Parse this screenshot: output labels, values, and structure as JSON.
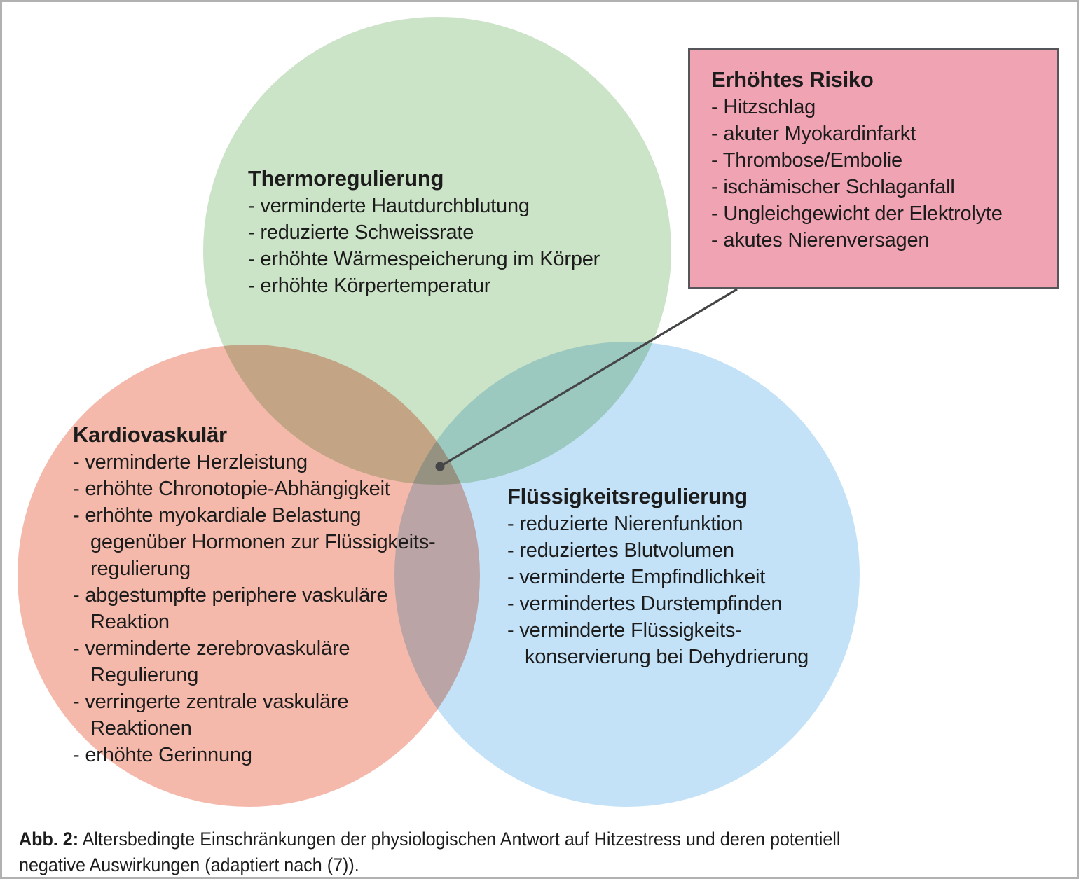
{
  "colors": {
    "thermo_green": "#cbe3c6",
    "kardio_red": "#f5b9ac",
    "fluess_blue": "#c3e2f7",
    "risk_box_fill": "#f0a3b3",
    "risk_box_border": "#55555a",
    "connector": "#454547",
    "frame": "#b1b1b1",
    "text": "#1c1c1c"
  },
  "venn": {
    "thermo": {
      "title": "Thermoregulierung",
      "items": [
        [
          "- verminderte Hautdurchblutung"
        ],
        [
          "- reduzierte Schweissrate"
        ],
        [
          "- erhöhte Wärmespeicherung im Körper"
        ],
        [
          "- erhöhte Körpertemperatur"
        ]
      ]
    },
    "kardio": {
      "title": "Kardiovaskulär",
      "items": [
        [
          "- verminderte Herzleistung"
        ],
        [
          "- erhöhte Chronotopie-Abhängigkeit"
        ],
        [
          "- erhöhte myokardiale Belastung",
          "gegenüber Hormonen zur Flüssigkeits-",
          "regulierung"
        ],
        [
          "- abgestumpfte periphere vaskuläre",
          "Reaktion"
        ],
        [
          "- verminderte zerebrovaskuläre",
          "Regulierung"
        ],
        [
          "- verringerte zentrale vaskuläre",
          "Reaktionen"
        ],
        [
          "- erhöhte Gerinnung"
        ]
      ]
    },
    "fluess": {
      "title": "Flüssigkeitsregulierung",
      "items": [
        [
          "- reduzierte Nierenfunktion"
        ],
        [
          "- reduziertes Blutvolumen"
        ],
        [
          "- verminderte Empfindlichkeit"
        ],
        [
          "- vermindertes Durstempfinden"
        ],
        [
          "- verminderte Flüssigkeits-",
          "konservierung bei Dehydrierung"
        ]
      ]
    }
  },
  "risk_box": {
    "title": "Erhöhtes Risiko",
    "items": [
      [
        "- Hitzschlag"
      ],
      [
        "- akuter Myokardinfarkt"
      ],
      [
        "- Thrombose/Embolie"
      ],
      [
        "- ischämischer Schlaganfall"
      ],
      [
        "- Ungleichgewicht der Elektrolyte"
      ],
      [
        "- akutes Nierenversagen"
      ]
    ]
  },
  "caption": {
    "label": "Abb. 2:",
    "line1": " Altersbedingte Einschränkungen der physiologischen Antwort auf Hitzestress und deren potentiell",
    "line2": "negative Auswirkungen (adaptiert nach (7))."
  }
}
